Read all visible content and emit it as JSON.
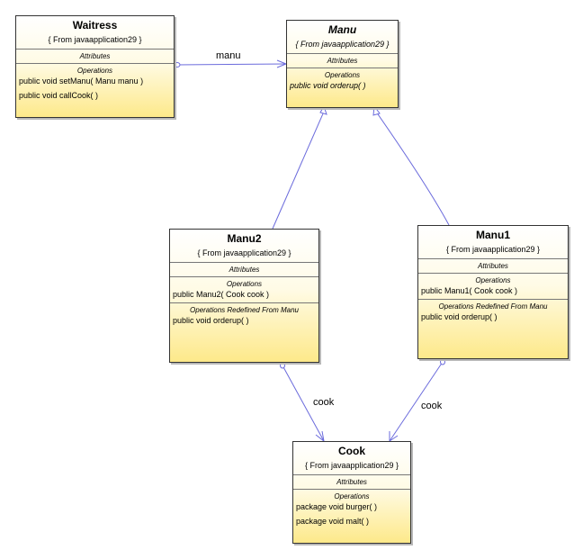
{
  "classes": {
    "waitress": {
      "name": "Waitress",
      "stereotype": "{ From javaapplication29 }",
      "attributes_title": "Attributes",
      "operations_title": "Operations",
      "operations": [
        "public void  setManu( Manu manu )",
        "public void  callCook(  )"
      ]
    },
    "manu": {
      "name": "Manu",
      "stereotype": "{ From javaapplication29 }",
      "attributes_title": "Attributes",
      "operations_title": "Operations",
      "operations": [
        "public void  orderup(  )"
      ]
    },
    "manu2": {
      "name": "Manu2",
      "stereotype": "{ From javaapplication29 }",
      "attributes_title": "Attributes",
      "operations_title": "Operations",
      "operations": [
        "public Manu2( Cook cook )"
      ],
      "redefined_title": "Operations Redefined From Manu",
      "redefined": [
        "public void  orderup(  )"
      ]
    },
    "manu1": {
      "name": "Manu1",
      "stereotype": "{ From javaapplication29 }",
      "attributes_title": "Attributes",
      "operations_title": "Operations",
      "operations": [
        "public Manu1( Cook cook )"
      ],
      "redefined_title": "Operations Redefined From Manu",
      "redefined": [
        "public void  orderup(  )"
      ]
    },
    "cook": {
      "name": "Cook",
      "stereotype": "{ From javaapplication29 }",
      "attributes_title": "Attributes",
      "operations_title": "Operations",
      "operations": [
        "package void  burger(  )",
        "package void  malt(  )"
      ]
    }
  },
  "associations": {
    "waitress_manu": "manu",
    "manu2_cook": "cook",
    "manu1_cook": "cook"
  },
  "colors": {
    "connector": "#6b6bdc",
    "box_border": "#333333",
    "box_fill_bottom": "#fde98a"
  }
}
